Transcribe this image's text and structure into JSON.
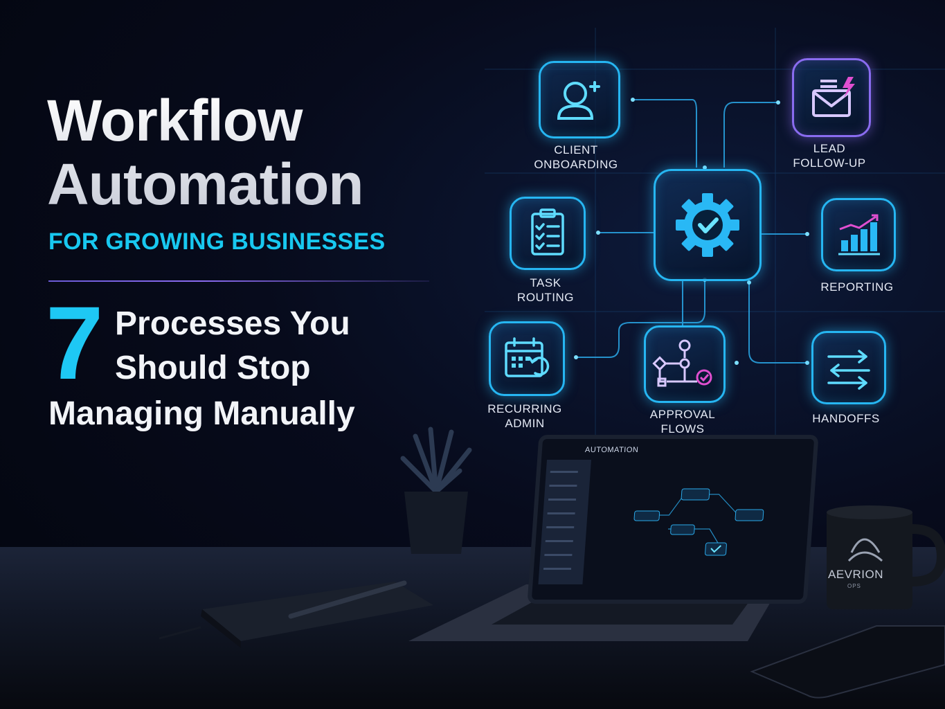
{
  "headline": {
    "line1": "Workflow",
    "line2": "Automation"
  },
  "subtitle": "FOR GROWING BUSINESSES",
  "count": "7",
  "tagline": {
    "line1": "Processes You",
    "line2": "Should Stop",
    "line3": "Managing Manually"
  },
  "nodes": [
    {
      "label1": "CLIENT",
      "label2": "ONBOARDING",
      "icon": "user-plus-icon"
    },
    {
      "label1": "LEAD",
      "label2": "FOLLOW-UP",
      "icon": "mail-bolt-icon"
    },
    {
      "label1": "TASK",
      "label2": "ROUTING",
      "icon": "clipboard-checklist-icon"
    },
    {
      "label1": "REPORTING",
      "label2": "",
      "icon": "bar-chart-trend-icon"
    },
    {
      "label1": "RECURRING",
      "label2": "ADMIN",
      "icon": "calendar-repeat-icon"
    },
    {
      "label1": "APPROVAL",
      "label2": "FLOWS",
      "icon": "approval-flow-icon"
    },
    {
      "label1": "HANDOFFS",
      "label2": "",
      "icon": "exchange-arrows-icon"
    }
  ],
  "center_icon": "gear-check-icon",
  "laptop": {
    "app_title": "AUTOMATION"
  },
  "mug": {
    "brand": "AEVRION",
    "sub": "OPS"
  },
  "colors": {
    "accent": "#1ec8f4",
    "purple": "#8a6cf0",
    "background": "#070b1c"
  }
}
